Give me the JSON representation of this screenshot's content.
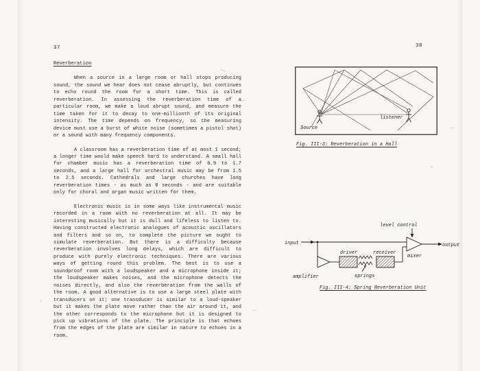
{
  "left": {
    "page_number": "37",
    "heading": "Reverberation",
    "paragraphs": [
      "When a source in a large room or hall stops producing sound, the sound we hear does not cease abruptly, but continues to echo round the room for a short time.  This is called reverberation.  In assessing the reverberation time of a particular room, we make a loud abrupt sound, and measure the time taken for it to decay to one-millionth of its original intensity.  The time depends on frequency, so the measuring device must use a burst of white noise (sometimes a pistol shot) or a sound with many frequency components.",
      "A classroom has a reverberation time of at most 1 second; a longer time would make speech hard to understand.  A small hall for chamber music has a reverberation time of 0.9 to 1.7 seconds, and a large hall for orchestral music may be from 1.5 to 2.5 seconds.  Cathedrals and large churches have long reverberation times - as much as 8 seconds - and are suitable only for choral and organ music written for them.",
      "Electronic music is in some ways like instrumental music recorded in a room with no reverberation at all.  It may be interesting musically but it is dull and lifeless to listen to.  Having constructed electronic analogues of acoustic oscillators and filters and so on, to complete the picture we ought to simulate reverberation.  But there is a difficulty because reverberation involves long delays, which are difficult to produce with purely electronic techniques.  There are various ways of getting round this problem.  The best is to use a soundproof room with a loudspeaker and a microphone inside it; the loudspeaker makes noises, and the microphone detects the noises directly, and also the reverberation from the walls of the room.  A good alternative is to use a large steel plate with transducers on it; one transducer is similar to a loud-speaker but it makes the plate move rather than the air around it, and the other corresponds to the microphone but it is designed to pick up vibrations of the plate.  The principle is that echoes from the edges of the plate are similar in nature to echoes in a room."
    ]
  },
  "right": {
    "page_number": "38",
    "fig3": {
      "caption": "Fig. III-3: Reverberation in a Hall",
      "source_label": "Source",
      "listener_label": "listener"
    },
    "fig4": {
      "caption": "Fig. III-4: Spring Reverberation Unit",
      "level_control": "level control",
      "input": "input",
      "amplifier": "amplifier",
      "driver": "driver",
      "springs": "springs",
      "receiver": "receiver",
      "mixer": "mixer",
      "output": "output"
    }
  }
}
